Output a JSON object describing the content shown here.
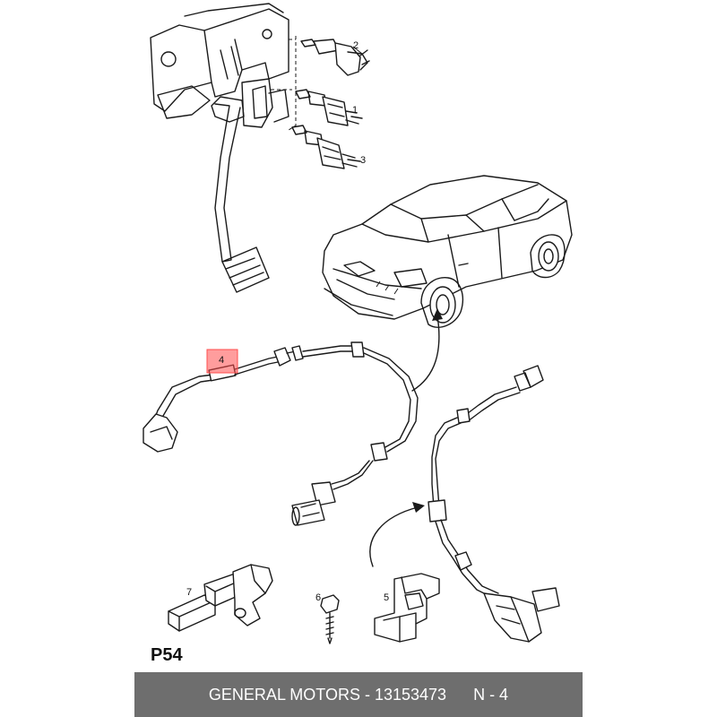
{
  "page_code": "P54",
  "footer": {
    "brand": "GENERAL MOTORS",
    "separator": " - ",
    "part_number": "13153473",
    "position": "N - 4"
  },
  "callouts": {
    "c1": "1",
    "c2": "2",
    "c3": "3",
    "c4": "4",
    "c5": "5",
    "c6": "6",
    "c7": "7"
  },
  "highlight": {
    "callout": "4",
    "color": "#ff4d4d"
  }
}
